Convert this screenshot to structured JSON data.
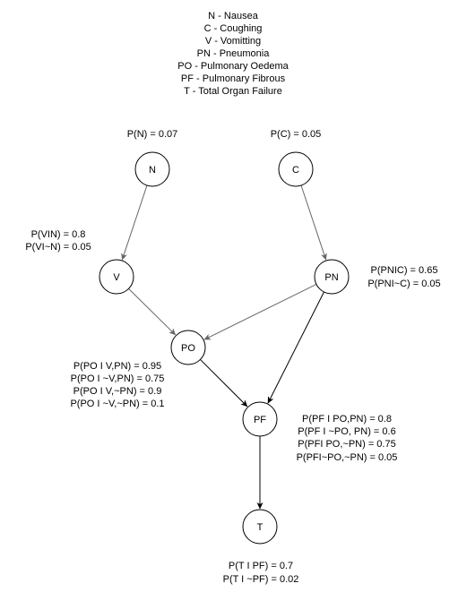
{
  "legend": [
    "N - Nausea",
    "C - Coughing",
    "V - Vomitting",
    "PN - Pneumonia",
    "PO - Pulmonary Oedema",
    "PF - Pulmonary Fibrous",
    "T - Total Organ Failure"
  ],
  "nodes": {
    "N": "N",
    "C": "C",
    "V": "V",
    "PN": "PN",
    "PO": "PO",
    "PF": "PF",
    "T": "T"
  },
  "probabilities": {
    "N": [
      "P(N) = 0.07"
    ],
    "C": [
      "P(C) = 0.05"
    ],
    "V": [
      "P(VIN) = 0.8",
      "P(VI~N) = 0.05"
    ],
    "PN": [
      "P(PNIC) = 0.65",
      "P(PNI~C) = 0.05"
    ],
    "PO": [
      "P(PO I V,PN) = 0.95",
      "P(PO I ~V,PN) = 0.75",
      "P(PO I V,~PN) = 0.9",
      "P(PO I ~V,~PN) = 0.1"
    ],
    "PF": [
      "P(PF I PO,PN) = 0.8",
      "P(PF I ~PO, PN) = 0.6",
      "P(PFI PO,~PN) = 0.75",
      "P(PFI~PO,~PN) = 0.05"
    ],
    "T": [
      "P(T I PF) = 0.7",
      "P(T I ~PF) = 0.02"
    ]
  },
  "edges": [
    {
      "from": "N",
      "to": "V",
      "color": "#666666"
    },
    {
      "from": "C",
      "to": "PN",
      "color": "#666666"
    },
    {
      "from": "V",
      "to": "PO",
      "color": "#666666"
    },
    {
      "from": "PN",
      "to": "PO",
      "color": "#666666"
    },
    {
      "from": "PO",
      "to": "PF",
      "color": "#000000"
    },
    {
      "from": "PN",
      "to": "PF",
      "color": "#000000"
    },
    {
      "from": "PF",
      "to": "T",
      "color": "#000000"
    }
  ]
}
